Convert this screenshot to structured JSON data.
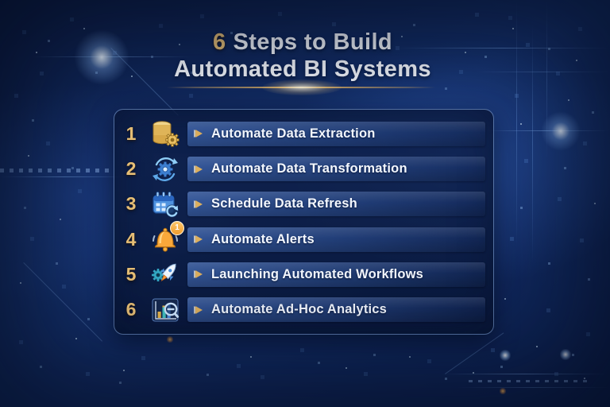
{
  "title": {
    "number": "6",
    "line1_rest": "Steps to Build",
    "line2": "Automated BI Systems"
  },
  "steps": [
    {
      "number": "1",
      "icon": "database-gear-icon",
      "label": "Automate Data Extraction"
    },
    {
      "number": "2",
      "icon": "sync-gear-icon",
      "label": "Automate Data Transformation"
    },
    {
      "number": "3",
      "icon": "calendar-refresh-icon",
      "label": "Schedule Data Refresh"
    },
    {
      "number": "4",
      "icon": "bell-notification-icon",
      "label": "Automate Alerts",
      "badge": "1"
    },
    {
      "number": "5",
      "icon": "rocket-gear-icon",
      "label": "Launching Automated Workflows"
    },
    {
      "number": "6",
      "icon": "chart-magnifier-icon",
      "label": "Automate Ad-Hoc Analytics"
    }
  ],
  "colors": {
    "accent_gold": "#e7c078",
    "background_navy": "#122a5f",
    "panel_border": "#96bef5",
    "label_text": "#f4f8ff",
    "strip_blue": "#3c64ad"
  }
}
